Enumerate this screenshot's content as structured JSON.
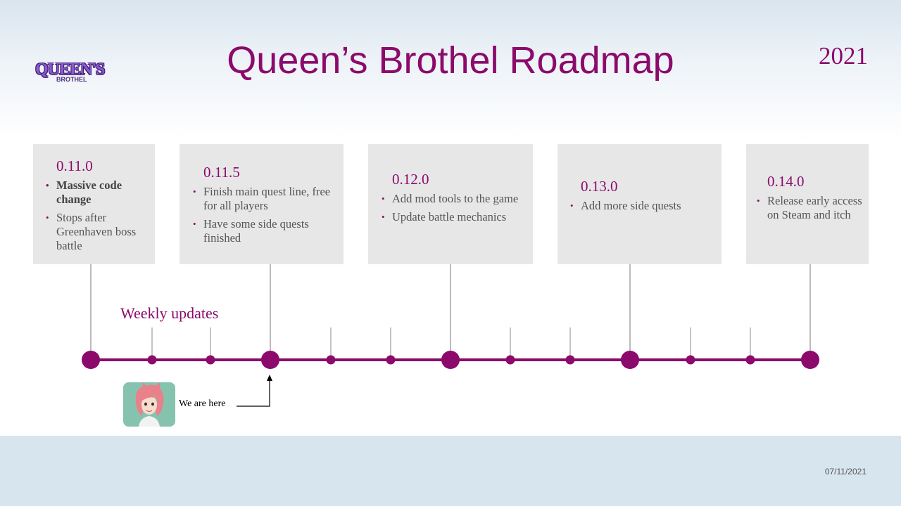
{
  "title": "Queen’s Brothel Roadmap",
  "year": "2021",
  "logo": {
    "main": "QUEEN'S",
    "sub": "BROTHEL"
  },
  "milestones": [
    {
      "version": "0.11.0",
      "bullets": [
        "Massive code change",
        "Stops after Greenhaven boss battle"
      ]
    },
    {
      "version": "0.11.5",
      "bullets": [
        "Finish main quest line, free for all players",
        "Have some side quests finished"
      ]
    },
    {
      "version": "0.12.0",
      "bullets": [
        "Add mod tools to the game",
        "Update battle mechanics"
      ]
    },
    {
      "version": "0.13.0",
      "bullets": [
        "Add more side quests"
      ]
    },
    {
      "version": "0.14.0",
      "bullets": [
        "Release early access on Steam and itch"
      ]
    }
  ],
  "weekly_label": "Weekly updates",
  "we_are_here": "We are here",
  "footer_date": "07/11/2021",
  "colors": {
    "accent": "#8b0a6b",
    "card": "#e7e7e7",
    "footer": "#d7e5ef"
  },
  "icons": [
    "logo-icon",
    "avatar-icon",
    "arrow-up-icon"
  ]
}
